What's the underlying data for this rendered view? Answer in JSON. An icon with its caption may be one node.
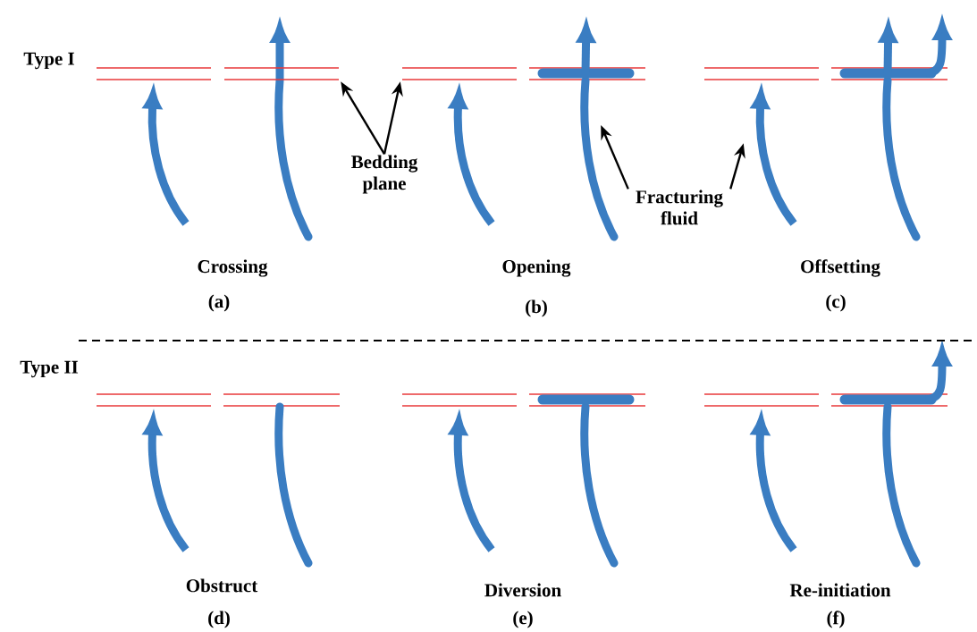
{
  "diagram": {
    "nodes": [
      {
        "text": [],
        "shape": "bar"
      },
      {
        "text": [],
        "shape": "bar"
      },
      {
        "text": [],
        "shape": "arrow"
      },
      {
        "text": [],
        "shape": "arrow"
      },
      {
        "text": [
          "Bedding plane"
        ]
      },
      {
        "text": [
          "Fracturing fluid"
        ]
      }
    ],
    "edges": [
      {
        "from": 4,
        "to": 0,
        "arrow": "to"
      },
      {
        "from": 4,
        "to": 1,
        "arrow": "to"
      },
      {
        "from": 5,
        "to": 2,
        "arrow": "to"
      },
      {
        "from": 5,
        "to": 3,
        "arrow": "to"
      }
    ],
    "labels": [
      "Type I",
      "Crossing",
      "Opening",
      "Offsetting",
      "(a)",
      "(b)",
      "(c)",
      "Type II",
      "Obstruct",
      "Diversion",
      "Re-initiation",
      "(d)",
      "(e)",
      "(f)"
    ]
  }
}
